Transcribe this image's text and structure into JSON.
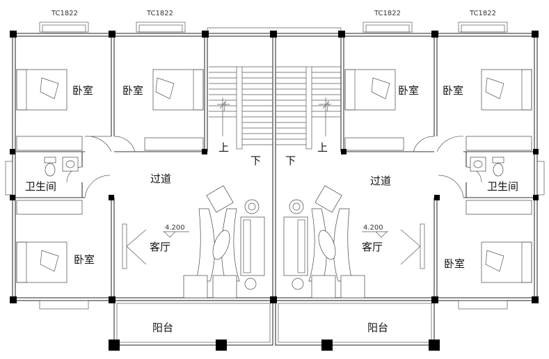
{
  "window_tags": [
    "TC1822",
    "TC1822",
    "TC1822",
    "TC1822"
  ],
  "rooms": {
    "bedroom": "卧室",
    "bathroom": "卫生间",
    "corridor": "过道",
    "living_room": "客厅",
    "balcony": "阳台"
  },
  "stairs": {
    "up": "上",
    "down": "下"
  },
  "elevation": "4.200"
}
